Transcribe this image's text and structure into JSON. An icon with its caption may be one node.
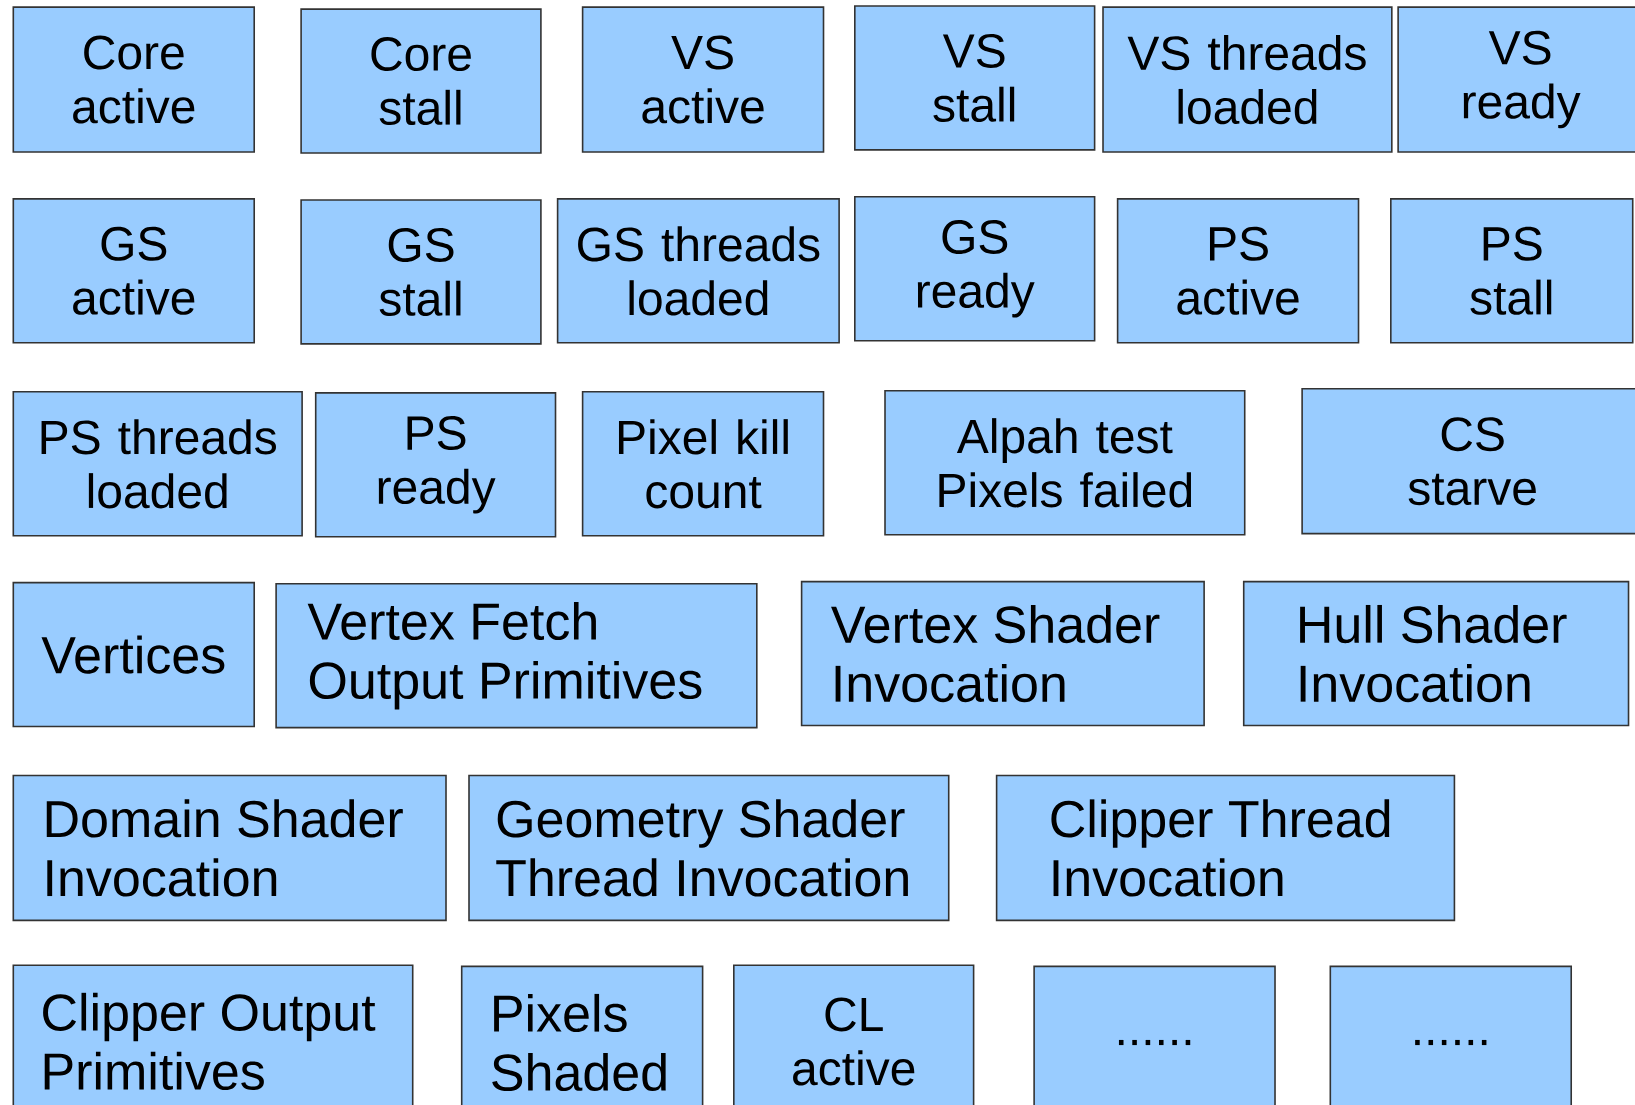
{
  "diagram": {
    "nodes": [
      {
        "text": [
          "Core active"
        ]
      },
      {
        "text": [
          "Core stall"
        ]
      },
      {
        "text": [
          "VS active"
        ]
      },
      {
        "text": [
          "VS stall"
        ]
      },
      {
        "text": [
          "VS threads loaded"
        ]
      },
      {
        "text": [
          "VS ready"
        ]
      },
      {
        "text": [
          "GS active"
        ]
      },
      {
        "text": [
          "GS stall"
        ]
      },
      {
        "text": [
          "GS threads loaded"
        ]
      },
      {
        "text": [
          "GS ready"
        ]
      },
      {
        "text": [
          "PS active"
        ]
      },
      {
        "text": [
          "PS stall"
        ]
      },
      {
        "text": [
          "PS threads loaded"
        ]
      },
      {
        "text": [
          "PS ready"
        ]
      },
      {
        "text": [
          "Pixel kill count"
        ]
      },
      {
        "text": [
          "Alpah test Pixels failed"
        ]
      },
      {
        "text": [
          "CS starve"
        ]
      },
      {
        "text": [
          "Vertices"
        ]
      },
      {
        "text": [
          "Vertex Fetch Output Primitives"
        ]
      },
      {
        "text": [
          "Vertex Shader Invocation"
        ]
      },
      {
        "text": [
          "Hull Shader Invocation"
        ]
      },
      {
        "text": [
          "Domain Shader Invocation"
        ]
      },
      {
        "text": [
          "Geometry Shader Thread Invocation"
        ]
      },
      {
        "text": [
          "Clipper Thread Invocation"
        ]
      },
      {
        "text": [
          "Clipper Output Primitives"
        ]
      },
      {
        "text": [
          "Pixels Shaded"
        ]
      },
      {
        "text": [
          "CL active"
        ]
      },
      {
        "text": [
          "......"
        ]
      },
      {
        "text": [
          "......"
        ]
      }
    ]
  }
}
